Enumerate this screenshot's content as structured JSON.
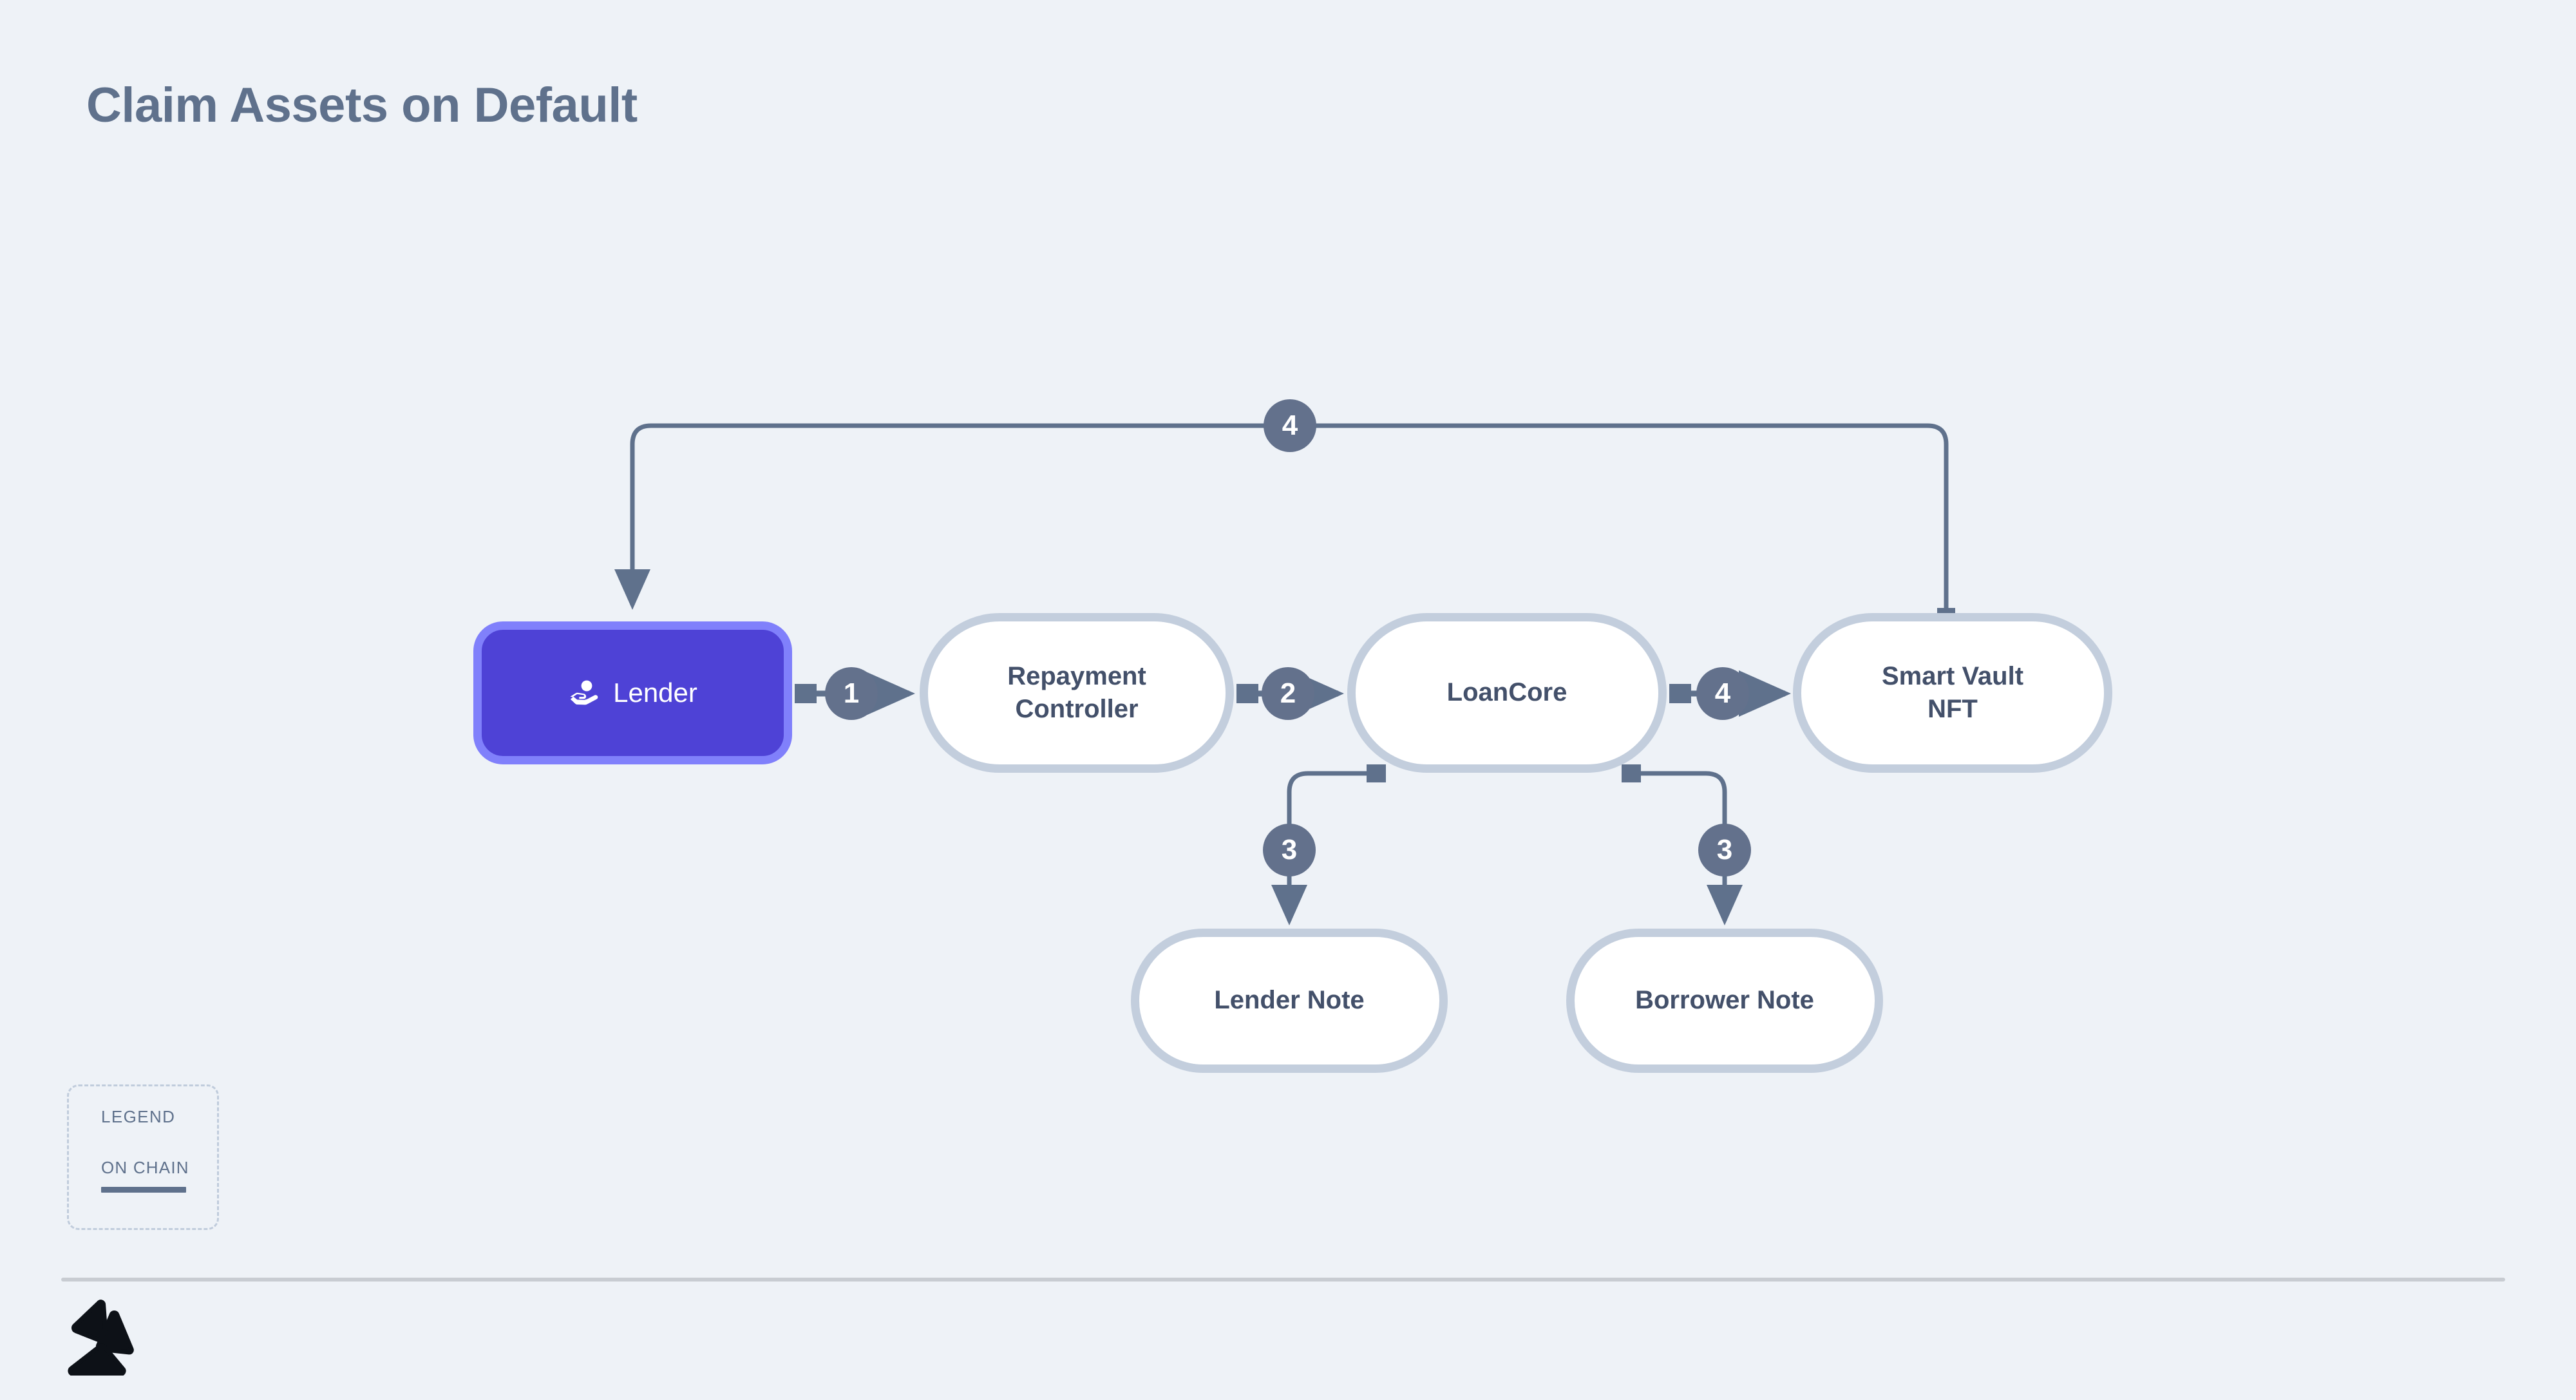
{
  "page": {
    "title": "Claim Assets on Default",
    "background_color": "#eef2f7",
    "title_color": "#5f718c"
  },
  "diagram": {
    "type": "flow-diagram",
    "node_colors": {
      "actor_fill": "#4e42d6",
      "actor_border": "#8080fb",
      "actor_text": "#ffffff",
      "contract_fill": "#ffffff",
      "contract_border": "#c3cedd",
      "contract_text": "#43506a",
      "edge_stroke": "#5f718c",
      "badge_fill": "#63718c",
      "badge_text": "#ffffff"
    },
    "nodes": [
      {
        "id": "lender",
        "label": "Lender",
        "kind": "actor",
        "icon": "hand-holding-user-icon"
      },
      {
        "id": "repayment",
        "label": "Repayment\nController",
        "kind": "contract",
        "icon": null
      },
      {
        "id": "loancore",
        "label": "LoanCore",
        "kind": "contract",
        "icon": null
      },
      {
        "id": "smartvaultnft",
        "label": "Smart Vault\nNFT",
        "kind": "contract",
        "icon": null
      },
      {
        "id": "lendernote",
        "label": "Lender Note",
        "kind": "contract",
        "icon": null
      },
      {
        "id": "borrowernote",
        "label": "Borrower Note",
        "kind": "contract",
        "icon": null
      }
    ],
    "edges": [
      {
        "id": "e1",
        "from": "lender",
        "to": "repayment",
        "step": "1"
      },
      {
        "id": "e2",
        "from": "repayment",
        "to": "loancore",
        "step": "2"
      },
      {
        "id": "e3a",
        "from": "loancore",
        "to": "lendernote",
        "step": "3"
      },
      {
        "id": "e3b",
        "from": "loancore",
        "to": "borrowernote",
        "step": "3"
      },
      {
        "id": "e4a",
        "from": "loancore",
        "to": "smartvaultnft",
        "step": "4"
      },
      {
        "id": "e4b",
        "from": "smartvaultnft",
        "to": "lender",
        "step": "4"
      }
    ],
    "badges": [
      {
        "id": "badge-top",
        "step": "4"
      },
      {
        "id": "badge-1",
        "step": "1"
      },
      {
        "id": "badge-2",
        "step": "2"
      },
      {
        "id": "badge-4-right",
        "step": "4"
      },
      {
        "id": "badge-3-left",
        "step": "3"
      },
      {
        "id": "badge-3-right",
        "step": "3"
      }
    ]
  },
  "legend": {
    "title": "LEGEND",
    "items": [
      {
        "label": "ON CHAIN",
        "style": "solid-line",
        "color": "#5f718c"
      }
    ]
  },
  "footer": {
    "logo": "arcade-triskelion-logo"
  }
}
